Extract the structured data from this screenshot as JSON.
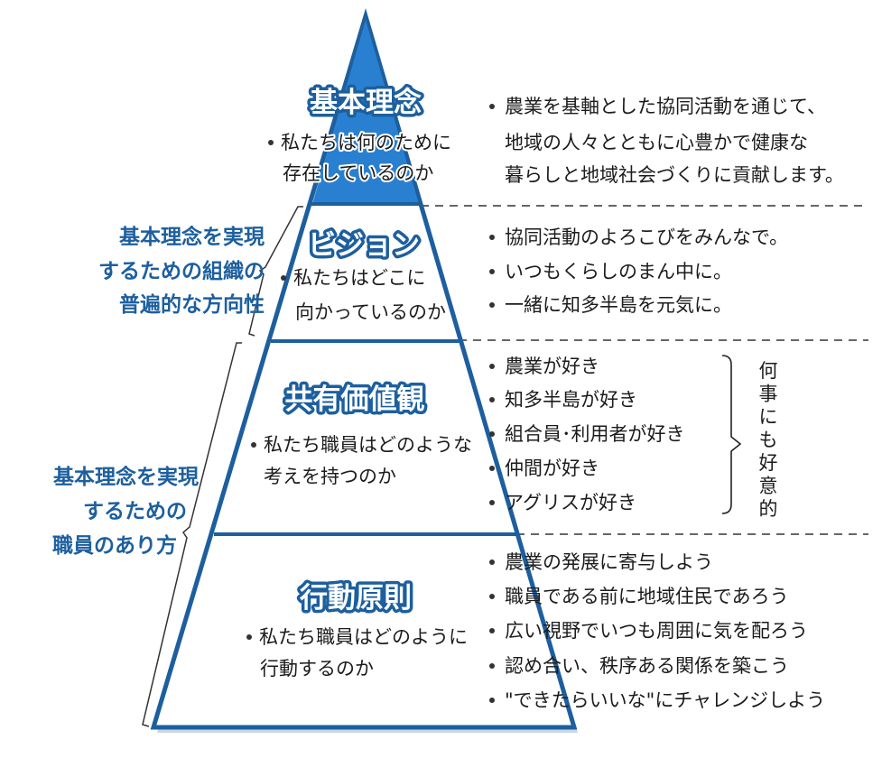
{
  "colors": {
    "frame": "#1d5f9e",
    "fill": "#2a80d0",
    "text": "#1c1c1c"
  },
  "pyramid": {
    "philosophy": {
      "title": "基本理念",
      "question": [
        "私たちは何のために",
        "存在しているのか"
      ]
    },
    "vision": {
      "title": "ビジョン",
      "question": [
        "私たちはどこに",
        "向かっているのか"
      ]
    },
    "values": {
      "title": "共有価値観",
      "question": [
        "私たち職員はどのような",
        "考えを持つのか"
      ]
    },
    "conduct": {
      "title": "行動原則",
      "question": [
        "私たち職員はどのように",
        "行動するのか"
      ]
    }
  },
  "right": {
    "philosophy": [
      "農業を基軸とした協同活動を通じて、",
      "地域の人々とともに心豊かで健康な",
      "暮らしと地域社会づくりに貢献します。"
    ],
    "vision": [
      "協同活動のよろこびをみんなで。",
      "いつもくらしのまん中に。",
      "一緒に知多半島を元気に。"
    ],
    "values": [
      "農業が好き",
      "知多半島が好き",
      "組合員･利用者が好き",
      "仲間が好き",
      "アグリスが好き"
    ],
    "values_summary": [
      "何",
      "事",
      "に",
      "も",
      "好",
      "意",
      "的"
    ],
    "conduct": [
      "農業の発展に寄与しよう",
      "職員である前に地域住民であろう",
      "広い視野でいつも周囲に気を配ろう",
      "認め合い、秩序ある関係を築こう",
      "\"できたらいいな\"にチャレンジしよう"
    ]
  },
  "left": {
    "organization": [
      "基本理念を実現",
      "するための組織の",
      "普遍的な方向性"
    ],
    "staff": [
      "基本理念を実現",
      "するための",
      "職員のあり方"
    ]
  }
}
